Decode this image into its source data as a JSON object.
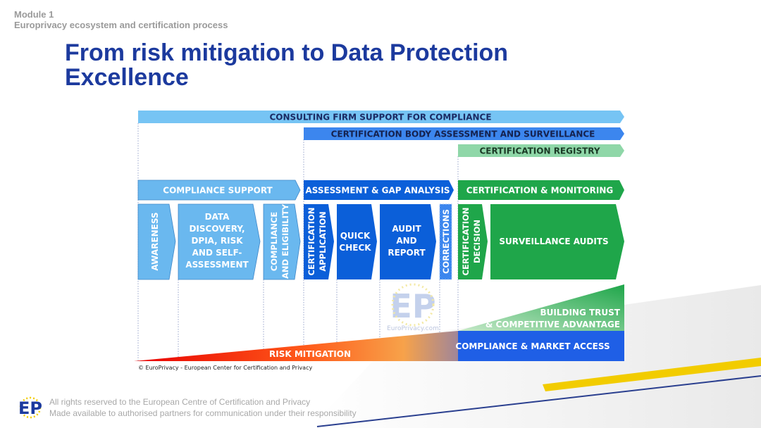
{
  "header": {
    "module": "Module 1",
    "subtitle": "Europrivacy ecosystem and certification process"
  },
  "title": {
    "line1": "From risk mitigation to Data Protection",
    "line2": "Excellence"
  },
  "diagram": {
    "band_consulting": "CONSULTING FIRM SUPPORT FOR COMPLIANCE",
    "band_certification_body": "CERTIFICATION BODY ASSESSMENT AND SURVEILLANCE",
    "band_registry": "CERTIFICATION REGISTRY",
    "phase_compliance": "COMPLIANCE SUPPORT",
    "phase_assessment": "ASSESSMENT & GAP ANALYSIS",
    "phase_certification": "CERTIFICATION & MONITORING",
    "step_awareness": "AWARENESS",
    "step_data_discovery": [
      "DATA",
      "DISCOVERY,",
      "DPIA, RISK",
      "AND SELF-",
      "ASSESSMENT"
    ],
    "step_compliance_eligibility": [
      "COMPLIANCE",
      "AND ELIGIBILITY"
    ],
    "step_certification_application": [
      "CERTIFICATION",
      "APPLICATION"
    ],
    "step_quick_check": [
      "QUICK",
      "CHECK"
    ],
    "step_audit_report": [
      "AUDIT",
      "AND",
      "REPORT"
    ],
    "step_corrections": "CORRECTIONS",
    "step_certification_decision": [
      "CERTIFICATION",
      "DECISION"
    ],
    "step_surveillance_audits": "SURVEILLANCE AUDITS",
    "building_trust": [
      "BUILDING TRUST",
      "& COMPETITIVE ADVANTAGE"
    ],
    "compliance_market_access": "COMPLIANCE & MARKET ACCESS",
    "risk_mitigation": "RISK MITIGATION",
    "watermark_logo": "EP",
    "watermark_url": "EuroPrivacy.com",
    "copyright": "© EuroPrivacy - European Center for Certification and Privacy"
  },
  "footer": {
    "logo": "EP",
    "line1": "All rights reserved to the European Centre of Certification and Privacy",
    "line2": "Made available to authorised partners for communication under their responsibility"
  },
  "colors": {
    "title_blue": "#1c3a9e",
    "light_blue": "#6ab8ef",
    "mid_blue": "#2f7df0",
    "dark_blue": "#0b5fd9",
    "green": "#1fa64a",
    "registry_green": "#8fd7a8",
    "accent_yellow": "#f2cc00"
  }
}
